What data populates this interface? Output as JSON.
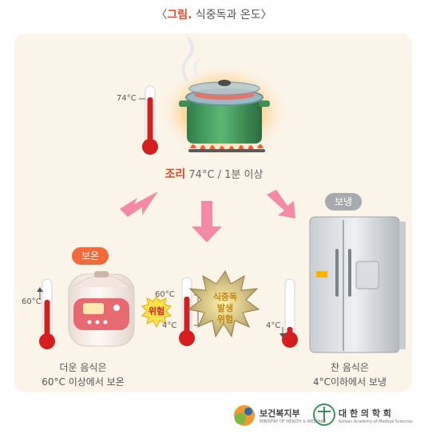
{
  "title": {
    "open": "〈",
    "highlight": "그림.",
    "text": " 식중독과 온도",
    "close": "〉"
  },
  "cooking": {
    "label": "조리",
    "detail": " 74°C / 1분 이상",
    "thermo_tick": "74°C"
  },
  "keep_warm": {
    "tag": "보온",
    "thermo_tick": "60°C",
    "caption_line1": "더운 음식은",
    "caption_line2": "60°C 이상에서 보온"
  },
  "refrigerate": {
    "tag": "보냉",
    "thermo_tick": "4°C",
    "caption_line1": "찬 음식은",
    "caption_line2": "4°C이하에서 보냉"
  },
  "danger_zone": {
    "tick_high": "60°C",
    "tick_low": "4°C",
    "warning": "위험",
    "burst_line1": "식중독",
    "burst_line2": "발생",
    "burst_line3": "위험"
  },
  "colors": {
    "accent": "#e0492a",
    "thermometer": "#d71e1e",
    "arrow": "#f48aa6",
    "panel": "#fbf4e8"
  },
  "footer": {
    "ministry": "보건복지부",
    "ministry_sub": "MINISTRY OF HEALTH & WELFARE",
    "academy": "대 한 의 학 회",
    "academy_sub": "Korean Academy of Medical Sciences"
  }
}
